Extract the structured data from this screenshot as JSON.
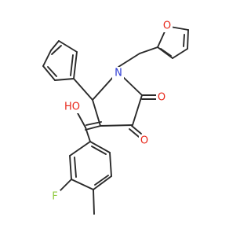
{
  "molecule": {
    "atoms": {
      "furan_o": {
        "label": "O",
        "color": "#e8291c"
      },
      "nitrogen": {
        "label": "N",
        "color": "#2c3ad4"
      },
      "carbonyl_o1": {
        "label": "O",
        "color": "#e8291c"
      },
      "carbonyl_o2": {
        "label": "O",
        "color": "#e8291c"
      },
      "hydroxyl": {
        "label": "HO",
        "color": "#e8291c"
      },
      "fluorine": {
        "label": "F",
        "color": "#8fc93e"
      }
    }
  }
}
